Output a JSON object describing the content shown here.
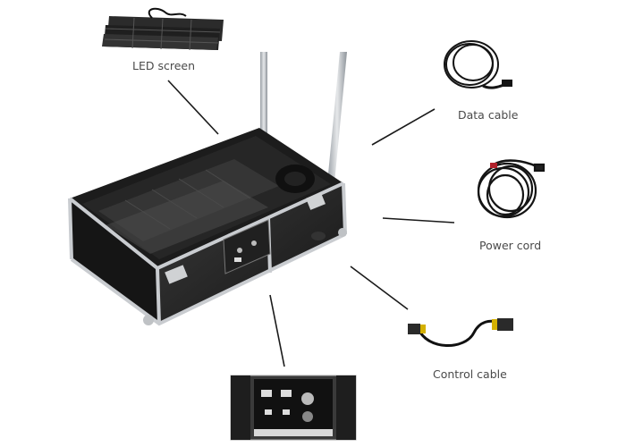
{
  "labels": {
    "led_screen": "LED screen",
    "data_cable": "Data cable",
    "power_cord": "Power cord",
    "control_cable": "Control cable"
  },
  "colors": {
    "case_black": "#1c1c1c",
    "aluminum_trim": "#c9ccd0",
    "interior": "#2a2a2a",
    "pointer_line": "#1a1a1a",
    "cable_connector": "#d4b000",
    "label_text": "#4a4a4a"
  },
  "icons": {
    "led_screen": "led-panel-stack-icon",
    "data_cable": "coiled-cable-icon",
    "power_cord": "coiled-power-cord-icon",
    "control_cable": "control-cable-icon",
    "control_panel": "control-panel-closeup-icon"
  }
}
